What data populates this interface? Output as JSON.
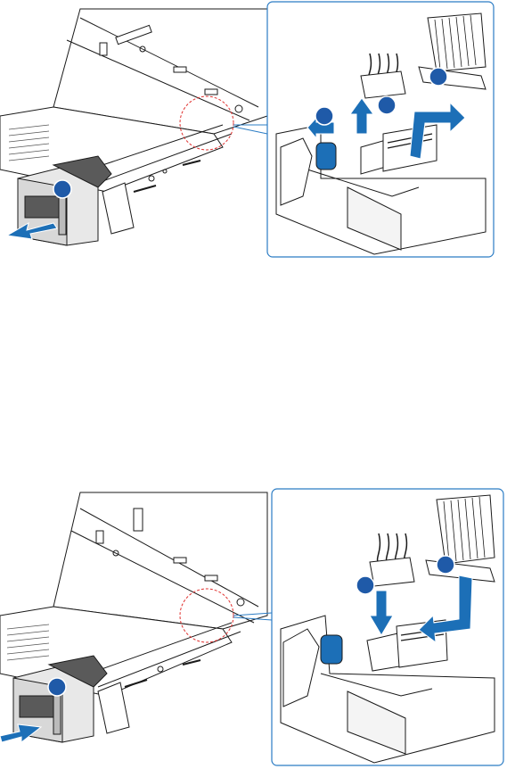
{
  "colors": {
    "accent_blue": "#1c6fb7",
    "callout_fill": "#1f5aa8",
    "detail_border": "#2b7cc4",
    "leader_dash": "#e0312f",
    "line": "#1a1a1a",
    "light_fill": "#f4f4f4",
    "mid_fill": "#d8d8d8",
    "dark_fill": "#5a5a5a"
  },
  "panels": [
    {
      "id": "remove",
      "arrow_direction": "out",
      "callouts": [
        "",
        "",
        "",
        ""
      ],
      "icons": [
        "server-chassis",
        "front-panel-module",
        "removal-arrow",
        "detail-zoom-circle",
        "connector-latch",
        "ribbon-cable-connectors",
        "unplug-arrows"
      ]
    },
    {
      "id": "install",
      "arrow_direction": "in",
      "callouts": [
        "",
        "",
        ""
      ],
      "icons": [
        "server-chassis",
        "front-panel-module",
        "insertion-arrow",
        "detail-zoom-circle",
        "connector-latch",
        "ribbon-cable-connectors",
        "plug-in-arrows"
      ]
    }
  ]
}
